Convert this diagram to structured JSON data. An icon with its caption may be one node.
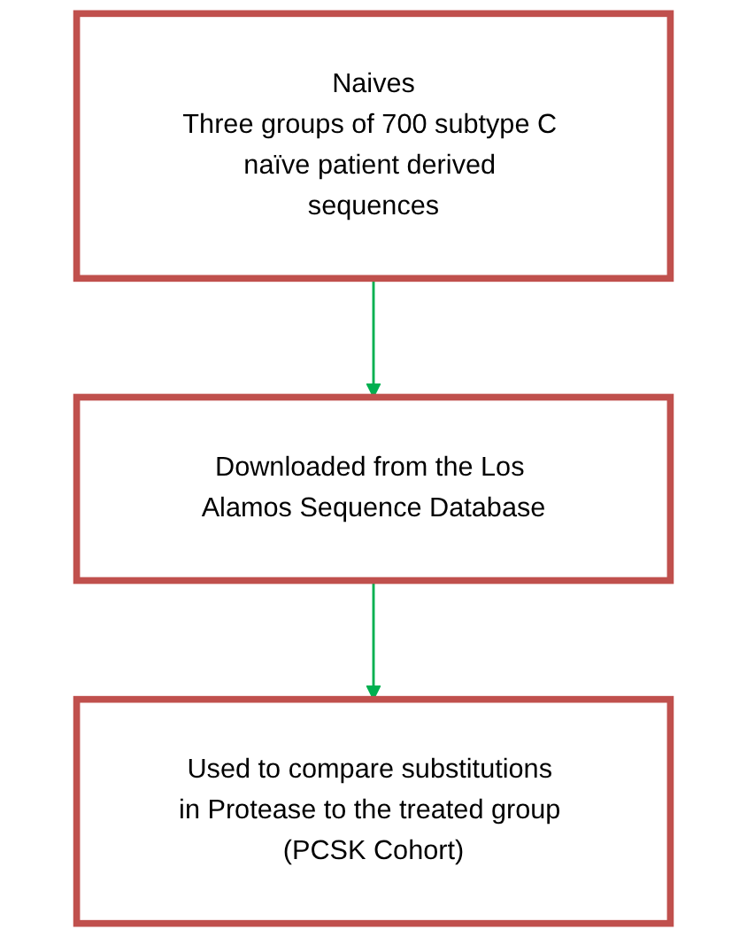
{
  "diagram": {
    "nodes": [
      {
        "text": [
          "Naives",
          "Three groups of 700 subtype C naïve patient derived sequences"
        ]
      },
      {
        "text": [
          "Downloaded from the Los Alamos Sequence Database"
        ]
      },
      {
        "text": [
          "Used to compare substitutions in Protease to the treated group (PCSK Cohort)"
        ]
      }
    ],
    "edges": [
      {
        "from": 0,
        "to": 1,
        "arrow": "to",
        "color": "#00b050"
      },
      {
        "from": 1,
        "to": 2,
        "arrow": "to",
        "color": "#00b050"
      }
    ]
  }
}
